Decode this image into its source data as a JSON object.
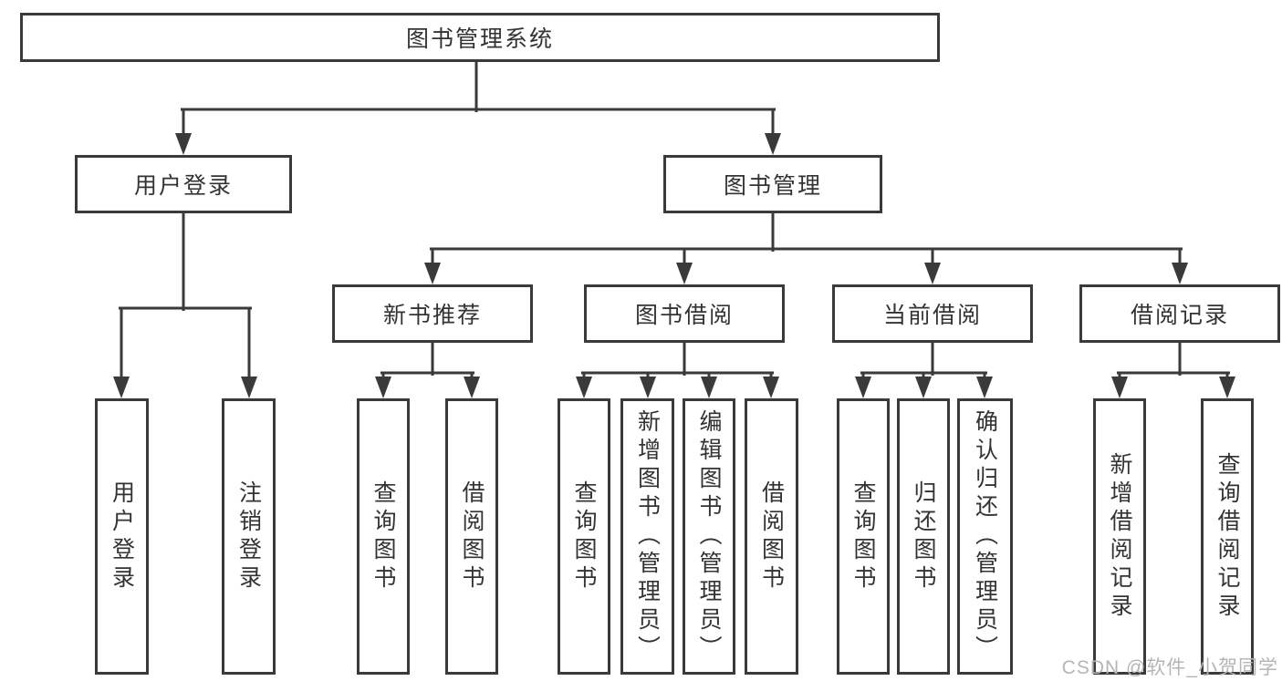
{
  "diagram": {
    "root": {
      "label": "图书管理系统"
    },
    "level2": {
      "user_login": {
        "label": "用户登录"
      },
      "book_mgmt": {
        "label": "图书管理"
      }
    },
    "level3": {
      "new_book_rec": {
        "label": "新书推荐"
      },
      "book_borrow": {
        "label": "图书借阅"
      },
      "current_borrow": {
        "label": "当前借阅"
      },
      "borrow_record": {
        "label": "借阅记录"
      }
    },
    "leaves": {
      "user_login": {
        "label": "用户登录"
      },
      "logout": {
        "label": "注销登录"
      },
      "rec_query_books": {
        "label": "查询图书"
      },
      "rec_borrow_books": {
        "label": "借阅图书"
      },
      "bb_query_books": {
        "label": "查询图书"
      },
      "bb_add_books": {
        "label": "新增图书（管理员）"
      },
      "bb_edit_books": {
        "label": "编辑图书（管理员）"
      },
      "bb_borrow_books": {
        "label": "借阅图书"
      },
      "cb_query_books": {
        "label": "查询图书"
      },
      "cb_return_books": {
        "label": "归还图书"
      },
      "cb_confirm_return": {
        "label": "确认归还（管理员）"
      },
      "br_add_record": {
        "label": "新增借阅记录"
      },
      "br_query_record": {
        "label": "查询借阅记录"
      }
    },
    "watermark": "CSDN @软件_小贺同学",
    "colors": {
      "line": "#3a3a3a",
      "text": "#333333",
      "background": "#ffffff",
      "watermark": "#b5b5b5"
    }
  }
}
